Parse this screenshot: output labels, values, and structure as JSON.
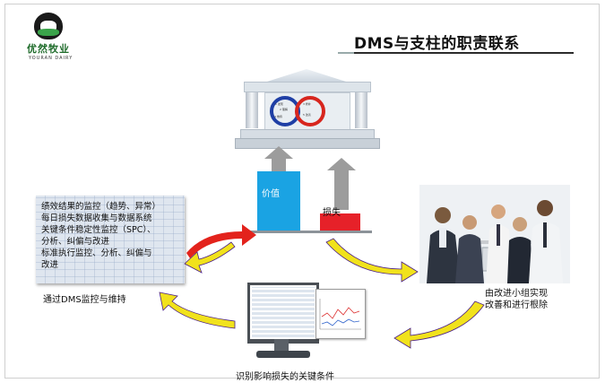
{
  "logo": {
    "cn": "优然牧业",
    "en": "YOURAN DAIRY"
  },
  "title": "DMS与支柱的职责联系",
  "temple": {
    "header_text": "",
    "loop_left_labels": [
      "1 发现",
      "2 理解",
      "4 维持"
    ],
    "loop_right_labels": [
      "3 修补",
      "5 改善"
    ]
  },
  "bars": {
    "value_label": "价值",
    "loss_label": "损失"
  },
  "left_panel": {
    "lines": [
      "绩效结果的监控（趋势、异常）",
      "每日损失数据收集与数据系统",
      "关键条件稳定性监控（SPC）、",
      "分析、纠偏与改进",
      "标准执行监控、分析、纠偏与",
      "改进"
    ]
  },
  "labels": {
    "monitor_maintain": "通过DMS监控与维持",
    "improve_line1": "由改进小组实现",
    "improve_line2": "改善和进行根除",
    "identify": "识别影响损失的关键条件"
  },
  "colors": {
    "value_bar": "#1aa3e3",
    "loss_bar": "#e62129",
    "arrow_yellow": "#f1e21c",
    "arrow_purple": "#4a1f86",
    "arrow_red": "#e3231c",
    "title_rule": "#2b2b2b"
  }
}
